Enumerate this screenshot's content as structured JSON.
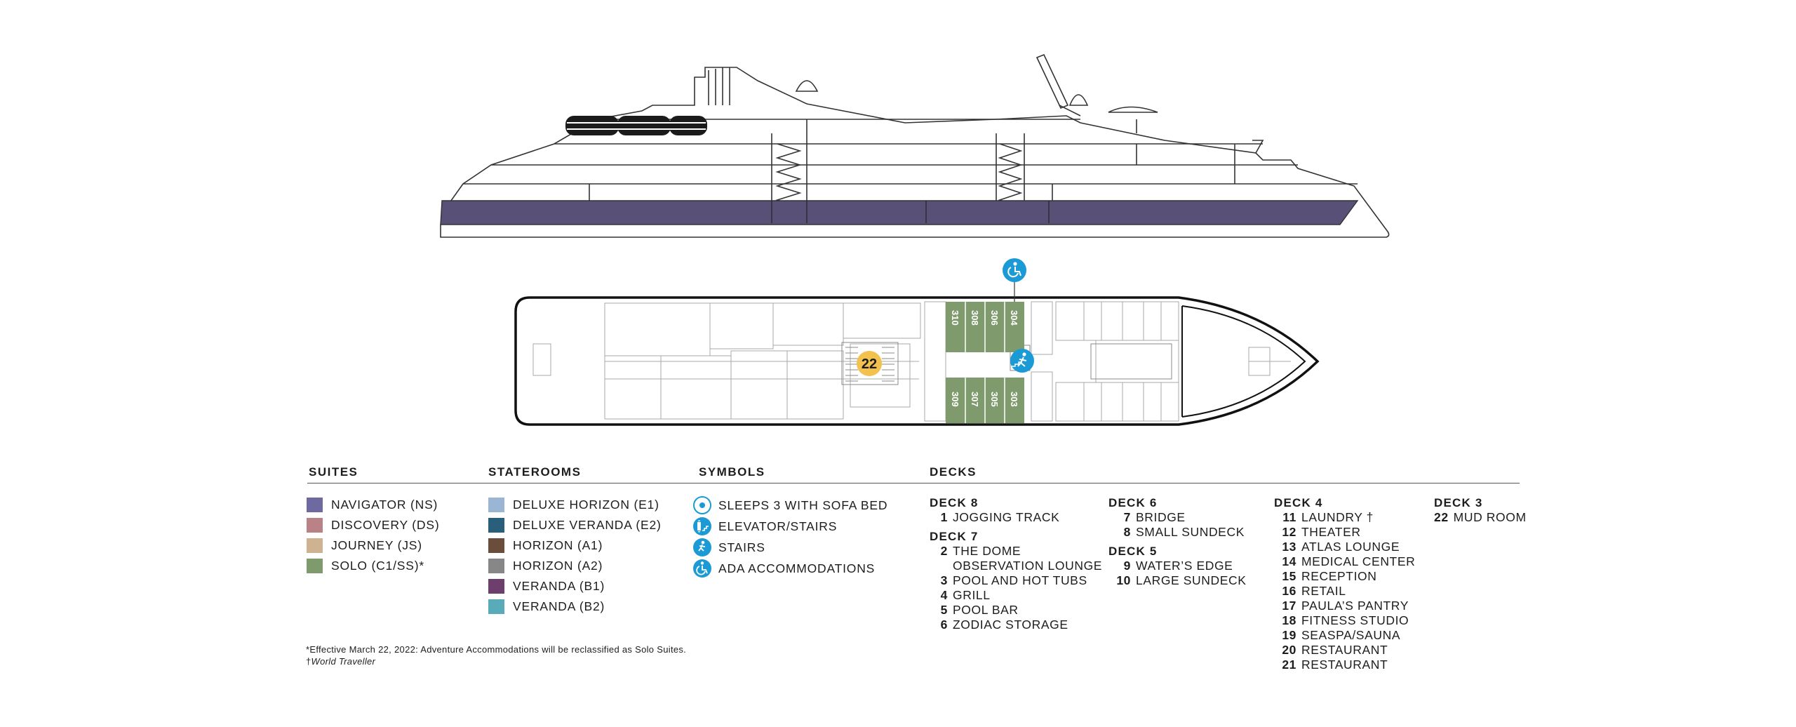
{
  "colors": {
    "navigator": "#6e6aa0",
    "discovery": "#b98286",
    "journey": "#cdb391",
    "solo": "#7f9a6c",
    "deluxe_horizon": "#9ab6d4",
    "deluxe_veranda": "#2a5f7c",
    "horizon_a1": "#6b4d3b",
    "horizon_a2": "#878787",
    "veranda_b1": "#6d3f6d",
    "veranda_b2": "#5aabb9",
    "hull_band": "#585077",
    "symbol_blue": "#1b9ad6",
    "deck_marker": "#f2c14e"
  },
  "plan": {
    "cabins_top": [
      "310",
      "308",
      "306",
      "304"
    ],
    "cabins_bottom": [
      "309",
      "307",
      "305",
      "303"
    ],
    "marker": "22"
  },
  "legend": {
    "suites_title": "SUITES",
    "suites": [
      {
        "label": "NAVIGATOR (NS)",
        "color": "#6e6aa0"
      },
      {
        "label": "DISCOVERY (DS)",
        "color": "#b98286"
      },
      {
        "label": "JOURNEY (JS)",
        "color": "#cdb391"
      },
      {
        "label": "SOLO (C1/SS)*",
        "color": "#7f9a6c"
      }
    ],
    "staterooms_title": "STATEROOMS",
    "staterooms": [
      {
        "label": "DELUXE HORIZON (E1)",
        "color": "#9ab6d4"
      },
      {
        "label": "DELUXE VERANDA (E2)",
        "color": "#2a5f7c"
      },
      {
        "label": "HORIZON (A1)",
        "color": "#6b4d3b"
      },
      {
        "label": "HORIZON (A2)",
        "color": "#878787"
      },
      {
        "label": "VERANDA (B1)",
        "color": "#6d3f6d"
      },
      {
        "label": "VERANDA (B2)",
        "color": "#5aabb9"
      }
    ],
    "symbols_title": "SYMBOLS",
    "symbols": [
      {
        "label": "SLEEPS 3 WITH SOFA BED",
        "icon": "sofa-bed-icon"
      },
      {
        "label": "ELEVATOR/STAIRS",
        "icon": "elevator-stairs-icon"
      },
      {
        "label": "STAIRS",
        "icon": "stairs-icon"
      },
      {
        "label": "ADA ACCOMMODATIONS",
        "icon": "wheelchair-icon"
      }
    ],
    "decks_title": "DECKS"
  },
  "decks": {
    "col1": [
      {
        "deck": "DECK 8",
        "items": [
          {
            "num": "1",
            "name": "JOGGING TRACK"
          }
        ]
      },
      {
        "deck": "DECK 7",
        "items": [
          {
            "num": "2",
            "name": "THE DOME\nOBSERVATION LOUNGE"
          },
          {
            "num": "3",
            "name": "POOL AND HOT TUBS"
          },
          {
            "num": "4",
            "name": "GRILL"
          },
          {
            "num": "5",
            "name": "POOL BAR"
          },
          {
            "num": "6",
            "name": "ZODIAC STORAGE"
          }
        ]
      }
    ],
    "col2": [
      {
        "deck": "DECK 6",
        "items": [
          {
            "num": "7",
            "name": "BRIDGE"
          },
          {
            "num": "8",
            "name": "SMALL SUNDECK"
          }
        ]
      },
      {
        "deck": "DECK 5",
        "items": [
          {
            "num": "9",
            "name": "WATER’S EDGE"
          },
          {
            "num": "10",
            "name": "LARGE SUNDECK"
          }
        ]
      }
    ],
    "col3": [
      {
        "deck": "DECK 4",
        "items": [
          {
            "num": "11",
            "name": "LAUNDRY †"
          },
          {
            "num": "12",
            "name": "THEATER"
          },
          {
            "num": "13",
            "name": "ATLAS LOUNGE"
          },
          {
            "num": "14",
            "name": "MEDICAL CENTER"
          },
          {
            "num": "15",
            "name": "RECEPTION"
          },
          {
            "num": "16",
            "name": "RETAIL"
          },
          {
            "num": "17",
            "name": "PAULA’S PANTRY"
          },
          {
            "num": "18",
            "name": "FITNESS STUDIO"
          },
          {
            "num": "19",
            "name": "SEASPA/SAUNA"
          },
          {
            "num": "20",
            "name": "RESTAURANT"
          },
          {
            "num": "21",
            "name": "RESTAURANT"
          }
        ]
      }
    ],
    "col4": [
      {
        "deck": "DECK 3",
        "items": [
          {
            "num": "22",
            "name": "MUD ROOM"
          }
        ]
      }
    ]
  },
  "footnotes": {
    "effective": "*Effective March 22, 2022: Adventure Accommodations will be reclassified as Solo Suites.",
    "dagger": "†",
    "world_traveller": "World Traveller"
  }
}
